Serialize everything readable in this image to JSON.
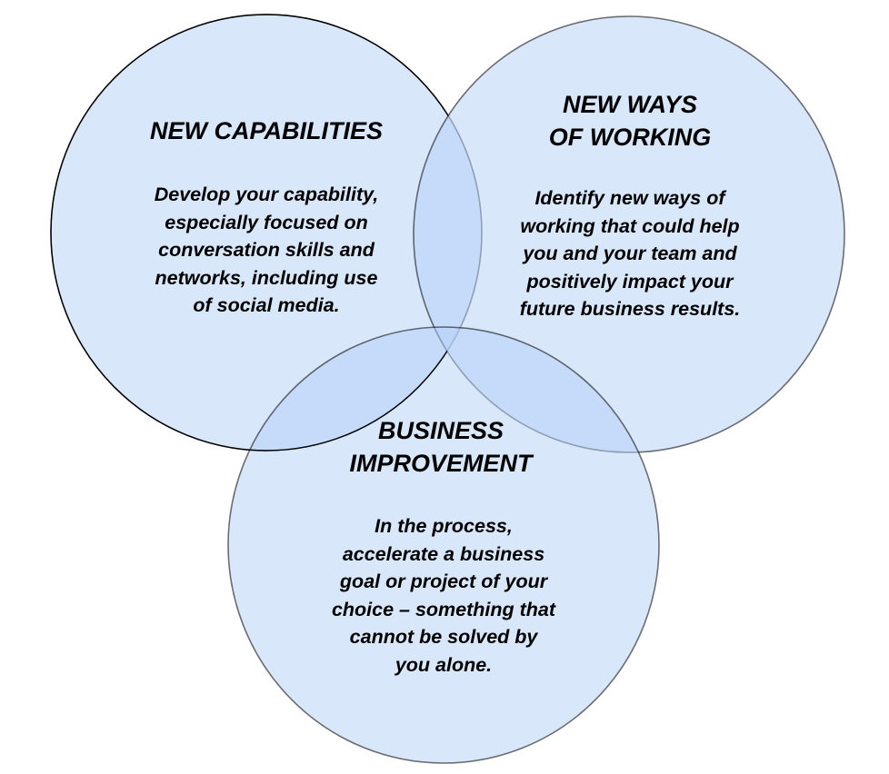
{
  "diagram": {
    "type": "venn",
    "fill_color": "#dae8fc",
    "stroke_color": "#000000",
    "circles": [
      {
        "id": "new-capabilities",
        "title": "NEW CAPABILITIES",
        "body": "Develop your capability,\nespecially focused on\nconversation skills and\nnetworks, including use\nof social media."
      },
      {
        "id": "new-ways-of-working",
        "title": "NEW WAYS\nOF WORKING",
        "body": "Identify new ways of\nworking that could help\nyou and your team and\npositively impact your\nfuture business results."
      },
      {
        "id": "business-improvement",
        "title": "BUSINESS\nIMPROVEMENT",
        "body": "In the process,\naccelerate a business\ngoal or project of your\nchoice – something that\ncannot be solved by\nyou alone."
      }
    ]
  }
}
